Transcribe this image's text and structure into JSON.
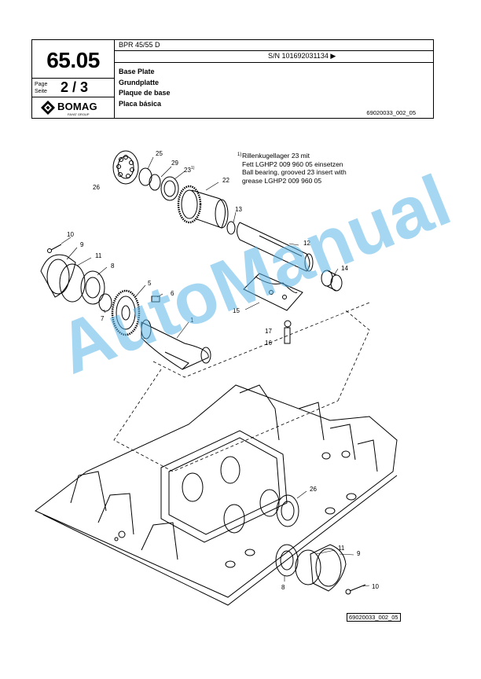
{
  "header": {
    "model": "BPR 45/55 D",
    "serial": "S/N 101692031134  ▶",
    "page_number": "65.05",
    "page_label": "Page\nSeite",
    "page_fraction": "2 / 3",
    "logo_word": "BOMAG",
    "logo_sub": "FAYAT GROUP",
    "titles": [
      "Base Plate",
      "Grundplatte",
      "Plaque de base",
      "Placa básica"
    ],
    "doc_ref": "69020033_002_05"
  },
  "footnote": {
    "mark": "1)",
    "lines": [
      "Rillenkugellager 23 mit",
      "Fett LGHP2  009 960 05 einsetzen",
      "Ball bearing, grooved 23 insert  with",
      "grease LGHP2 009 960 05"
    ]
  },
  "callouts": {
    "c1": "1",
    "c5": "5",
    "c6": "6",
    "c7": "7",
    "c8": "8",
    "c9": "9",
    "c10": "10",
    "c11": "11",
    "c12": "12",
    "c13": "13",
    "c14": "14",
    "c15": "15",
    "c16": "16",
    "c17": "17",
    "c22": "22",
    "c23": "23",
    "c23mark": "1)",
    "c25": "25",
    "c26": "26",
    "c29": "29",
    "b26": "26",
    "b11": "11",
    "b9": "9",
    "b8": "8",
    "b10": "10"
  },
  "figure_ref": "69020033_002_05",
  "watermark": "AutoManual"
}
